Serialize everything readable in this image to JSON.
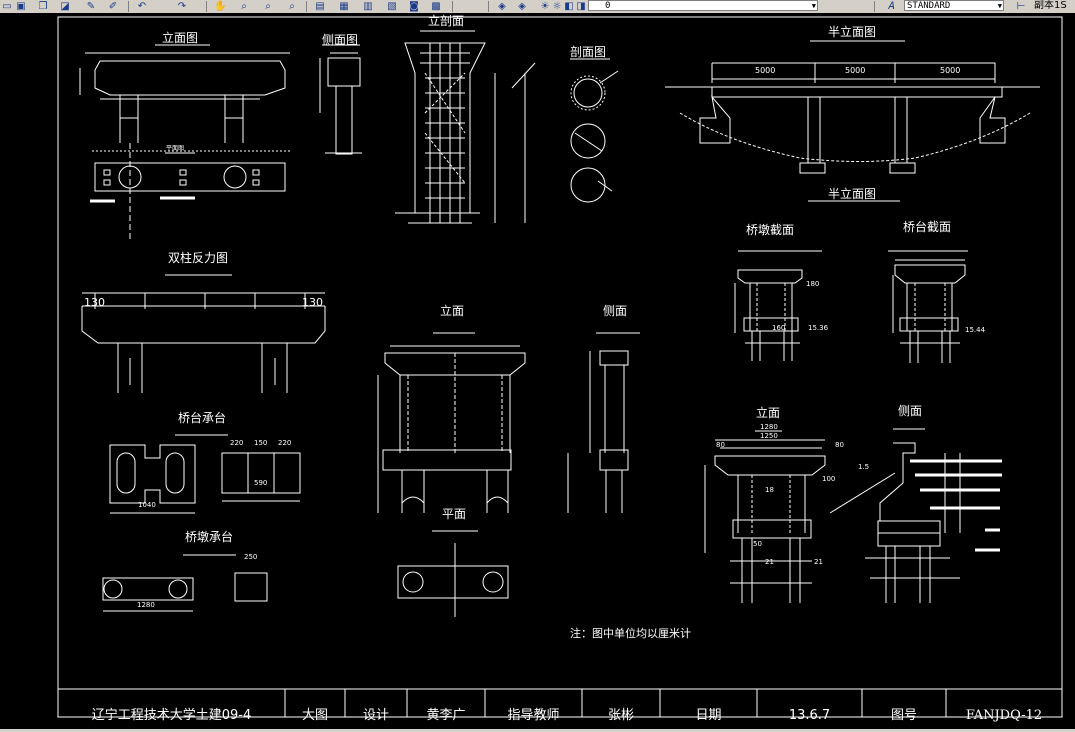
{
  "toolbar": {
    "text_style": "STANDARD",
    "layer_value": "0",
    "right_label": "副本1S"
  },
  "drawing": {
    "titles": {
      "elevation": "立面图",
      "side_view": "侧面图",
      "elevation_rebar": "立剖面",
      "section": "剖面图",
      "half_elevation_top": "半立面图",
      "half_elevation_bottom": "半立面图",
      "double_column_reaction": "双柱反力图",
      "pier_section": "桥墩截面",
      "abutment_section": "桥台截面",
      "abutment_cap": "桥台承台",
      "pier_cap": "桥墩承台",
      "elevation_mid": "立面",
      "side_mid": "侧面",
      "plan": "平面",
      "elevation_right": "立面",
      "side_right": "侧面",
      "small_plan": "平面图"
    },
    "dims": {
      "span1": "5000",
      "span2": "5000",
      "span3": "5000",
      "r130a": "130",
      "r130b": "130",
      "d1280": "1280",
      "d1250": "1250",
      "d80a": "80",
      "d80b": "80",
      "d100": "100",
      "d18": "18",
      "d21a": "21",
      "d21b": "21",
      "d50": "50",
      "d1040": "1040",
      "d590": "590",
      "d1280b": "1280",
      "d250": "250",
      "d220a": "220",
      "d150": "150",
      "d220b": "220",
      "d160": "160",
      "d1536": "15.36",
      "d1544": "15.44",
      "d180": "180",
      "d15": "1.5"
    },
    "note": "注：图中单位均以厘米计"
  },
  "title_block": {
    "school": "辽宁工程技术大学土建09-4",
    "sheet_type": "大图",
    "design_label": "设计",
    "designer": "黄李广",
    "advisor_label": "指导教师",
    "advisor": "张彬",
    "date_label": "日期",
    "date": "13.6.7",
    "drawing_no_label": "图号",
    "drawing_no": "FANJDQ-12"
  }
}
